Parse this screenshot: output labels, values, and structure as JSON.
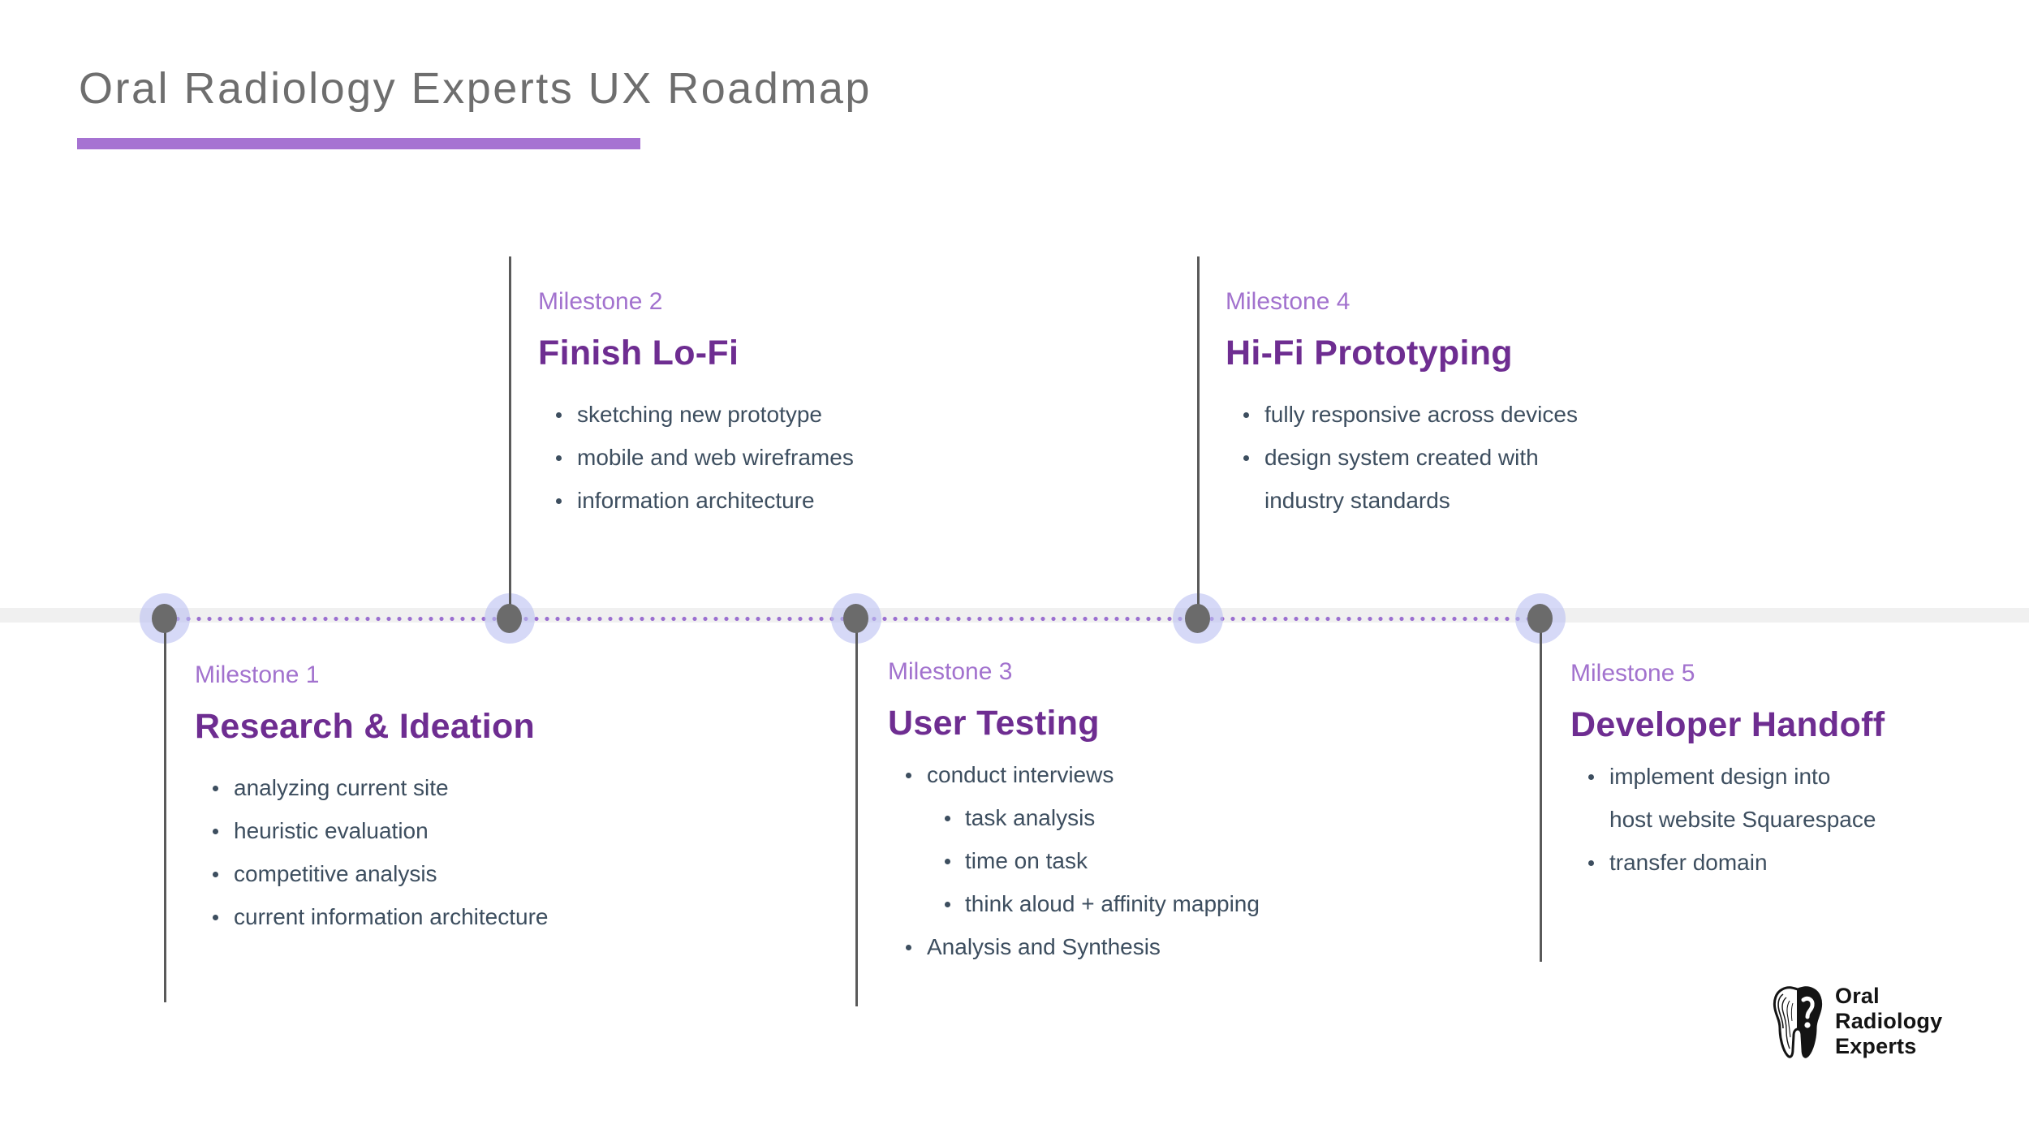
{
  "title": {
    "text": "Oral Radiology Experts UX Roadmap"
  },
  "timeline": {
    "milestones": [
      {
        "label": "Milestone 1",
        "title": "Research & Ideation",
        "placement": "below",
        "items": [
          {
            "text": "analyzing current site",
            "level": 1
          },
          {
            "text": "heuristic evaluation",
            "level": 1
          },
          {
            "text": "competitive analysis",
            "level": 1
          },
          {
            "text": "current information architecture",
            "level": 1
          }
        ]
      },
      {
        "label": "Milestone 2",
        "title": "Finish Lo-Fi",
        "placement": "above",
        "items": [
          {
            "text": "sketching new prototype",
            "level": 1
          },
          {
            "text": "mobile and web wireframes",
            "level": 1
          },
          {
            "text": "information architecture",
            "level": 1
          }
        ]
      },
      {
        "label": "Milestone 3",
        "title": "User Testing",
        "placement": "below",
        "items": [
          {
            "text": "conduct interviews",
            "level": 1
          },
          {
            "text": "task analysis",
            "level": 2
          },
          {
            "text": "time on task",
            "level": 2
          },
          {
            "text": "think aloud + affinity mapping",
            "level": 2
          },
          {
            "text": "Analysis and Synthesis",
            "level": 1
          }
        ]
      },
      {
        "label": "Milestone 4",
        "title": "Hi-Fi Prototyping",
        "placement": "above",
        "items": [
          {
            "text": "fully responsive across devices",
            "level": 1
          },
          {
            "text": "design system created with",
            "level": 1
          },
          {
            "text": "industry standards",
            "level": 1,
            "continuation": true
          }
        ]
      },
      {
        "label": "Milestone 5",
        "title": "Developer Handoff",
        "placement": "below",
        "items": [
          {
            "text": "implement design into",
            "level": 1
          },
          {
            "text": "host website Squarespace",
            "level": 1,
            "continuation": true
          },
          {
            "text": "transfer domain",
            "level": 1
          }
        ]
      }
    ]
  },
  "logo": {
    "icon": "tooth-icon",
    "lines": [
      "Oral",
      "Radiology",
      "Experts"
    ]
  },
  "colors": {
    "accent_purple": "#a673d2",
    "label_purple": "#a272ce",
    "title_purple": "#6e2d91",
    "body_text": "#3d4e5f",
    "heading_grey": "#6e6e6e",
    "band_grey": "#f0f0f0",
    "node_grey": "#6b6b6b",
    "line_grey": "#5a5a5a",
    "dot_purple": "#9b6fd0",
    "logo_black": "#141414"
  }
}
